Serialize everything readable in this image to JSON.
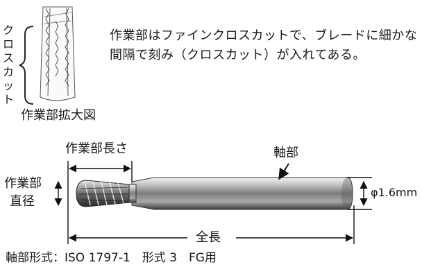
{
  "crosscut_side_label": [
    "ク",
    "ロ",
    "ス",
    "カ",
    "ッ",
    "ト"
  ],
  "detail_caption": "作業部拡大図",
  "description": "作業部はファインクロスカットで、ブレードに細かな間隔で刻み（クロスカット）が入れてある。",
  "labels": {
    "working_length": "作業部長さ",
    "shaft": "軸部",
    "working_diameter_line1": "作業部",
    "working_diameter_line2": "直径",
    "shaft_diameter": "φ1.6mm",
    "overall_length": "全長"
  },
  "footer": "軸部形式：ISO 1797-1　形式 3　FG用"
}
